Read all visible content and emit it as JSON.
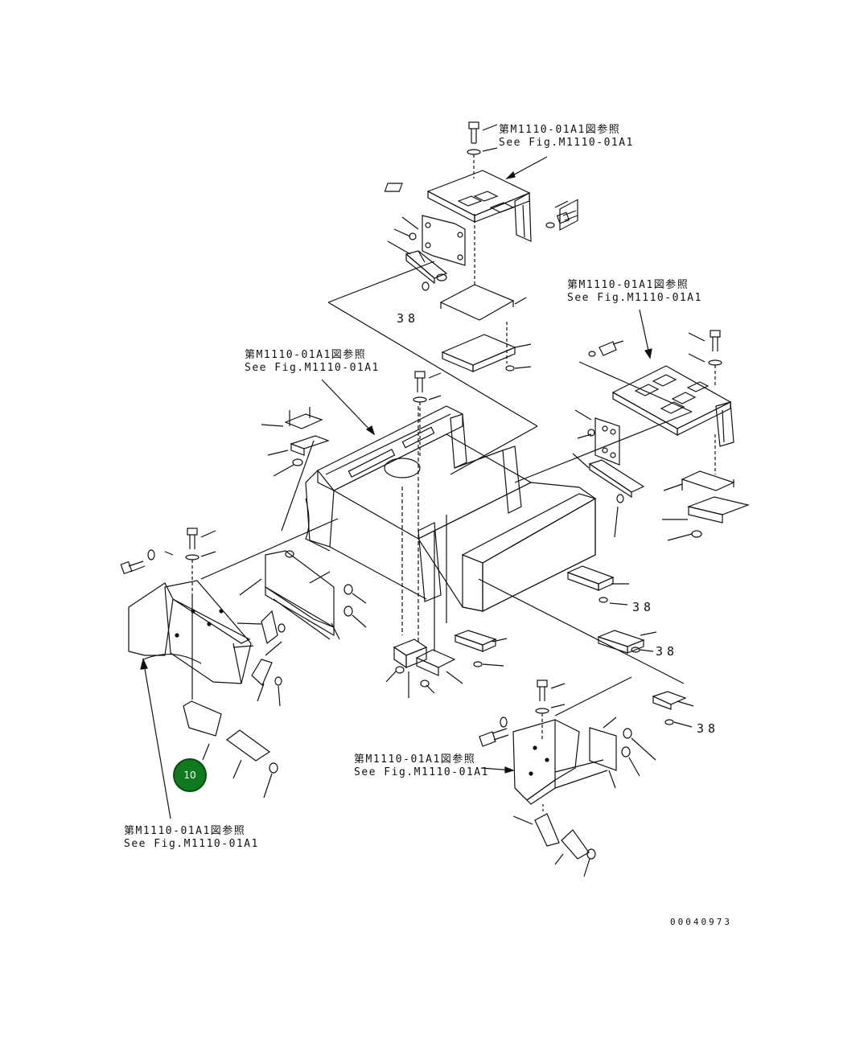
{
  "references": {
    "top": {
      "jp": "第M1110-01A1図参照",
      "en": "See Fig.M1110-01A1"
    },
    "right": {
      "jp": "第M1110-01A1図参照",
      "en": "See Fig.M1110-01A1"
    },
    "center": {
      "jp": "第M1110-01A1図参照",
      "en": "See Fig.M1110-01A1"
    },
    "bottom": {
      "jp": "第M1110-01A1図参照",
      "en": "See Fig.M1110-01A1"
    },
    "left": {
      "jp": "第M1110-01A1図参照",
      "en": "See Fig.M1110-01A1"
    }
  },
  "callouts": {
    "top": "38",
    "mid_right_1": "38",
    "mid_right_2": "38",
    "bottom_right": "38"
  },
  "hotspot": {
    "label": "10",
    "color": "#0f7a1f"
  },
  "drawing_number": "00040973"
}
